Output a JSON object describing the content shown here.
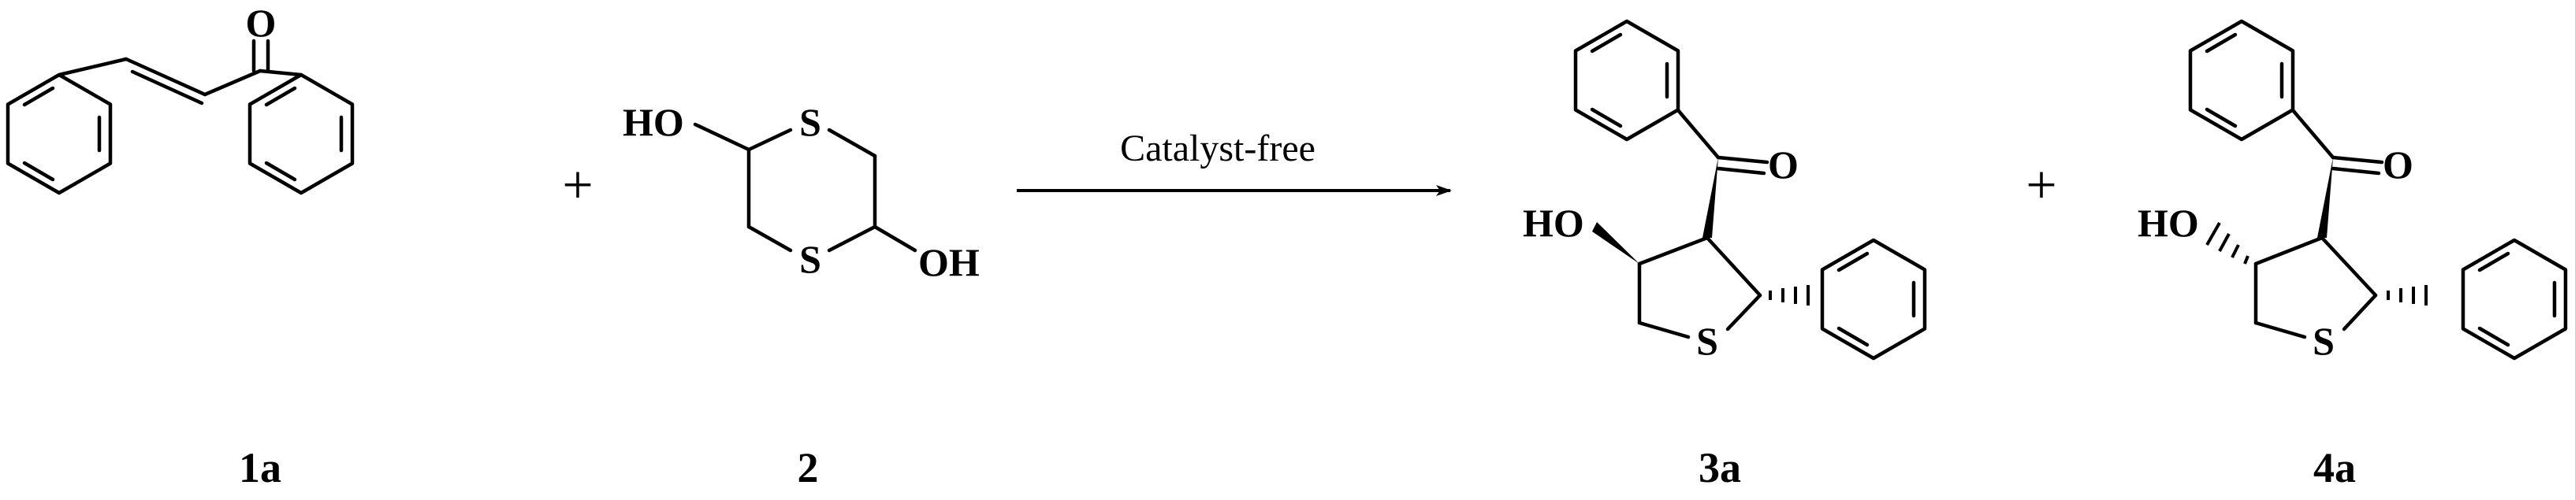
{
  "scheme": {
    "plus_sign": "+",
    "conditions": "Catalyst-free",
    "compounds": [
      {
        "id": "1a",
        "label": "1a"
      },
      {
        "id": "2",
        "label": "2"
      },
      {
        "id": "3a",
        "label": "3a"
      },
      {
        "id": "4a",
        "label": "4a"
      }
    ],
    "atoms": {
      "oxygen": "O",
      "sulfur": "S",
      "hydroxyl_left": "HO",
      "hydroxyl_right": "OH"
    }
  }
}
